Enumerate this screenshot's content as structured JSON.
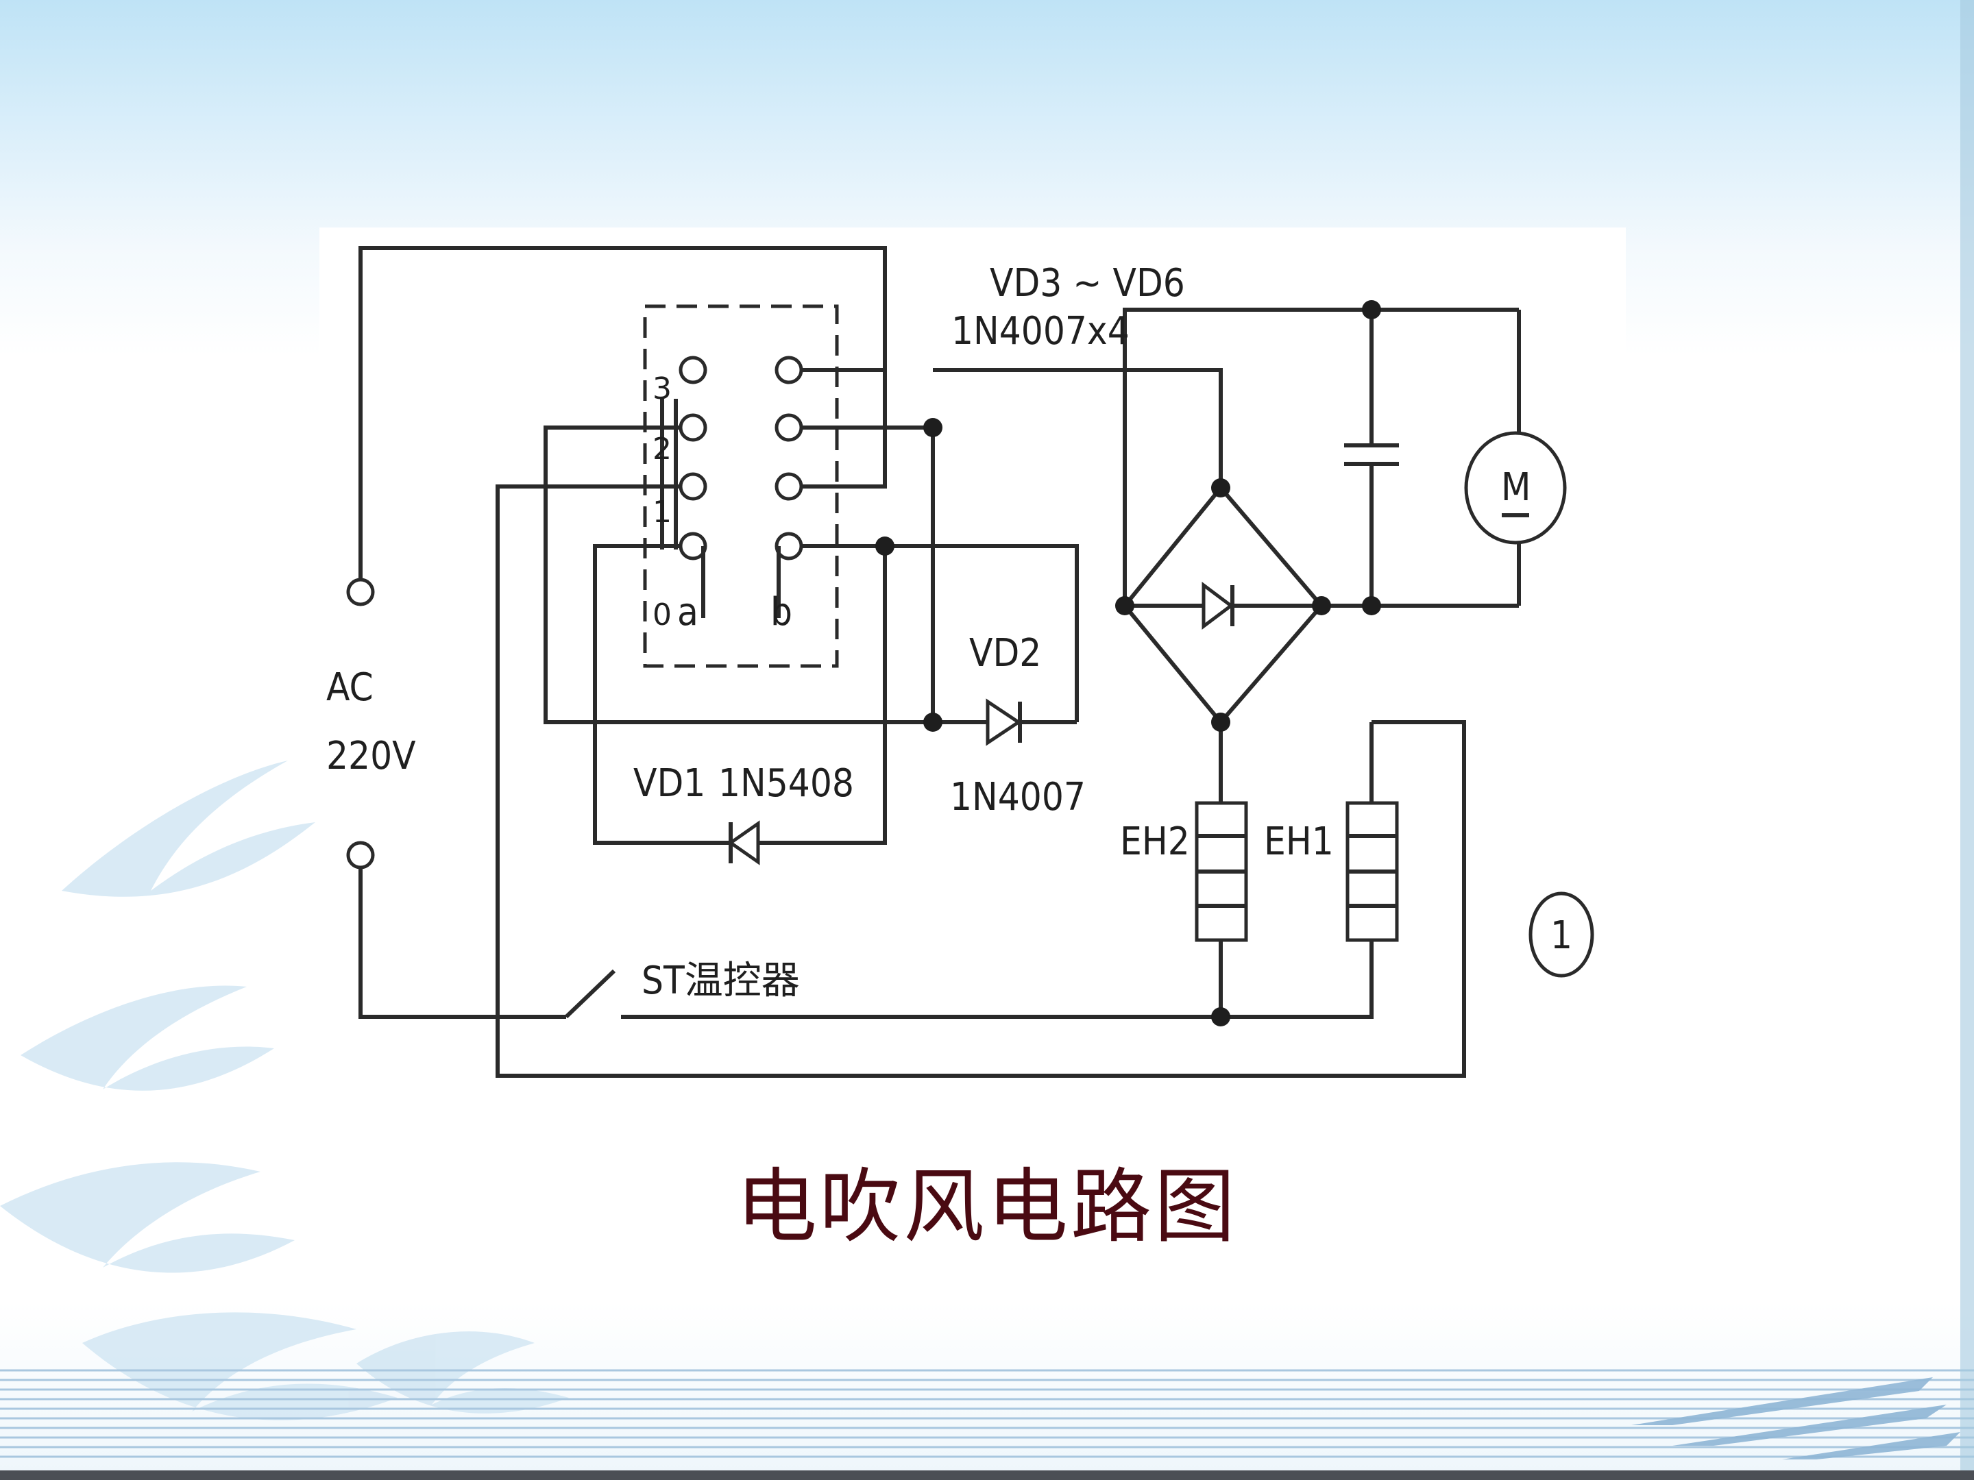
{
  "slide": {
    "caption": "电吹风电路图"
  },
  "circuit": {
    "label_bridge_diodes": "VD3 ~ VD6",
    "label_bridge_part": "1N4007x4",
    "label_ac": "AC",
    "label_voltage": "220V",
    "label_vd2": "VD2",
    "label_vd2_part": "1N4007",
    "label_vd1": "VD1",
    "label_vd1_part": "1N5408",
    "label_eh2": "EH2",
    "label_eh1": "EH1",
    "label_st": "ST温控器",
    "label_motor": "M",
    "label_figure_number": "1",
    "switch_pos_3": "3",
    "switch_pos_2": "2",
    "switch_pos_1": "1",
    "switch_pos_0": "0",
    "switch_a": "a",
    "switch_b": "b"
  },
  "colors": {
    "caption": "#4a0a12",
    "sky_top": "#bfe3f6",
    "bird_decor": "#cfe4f2",
    "stripe": "#a9c7df",
    "border": "#4b4f55"
  }
}
